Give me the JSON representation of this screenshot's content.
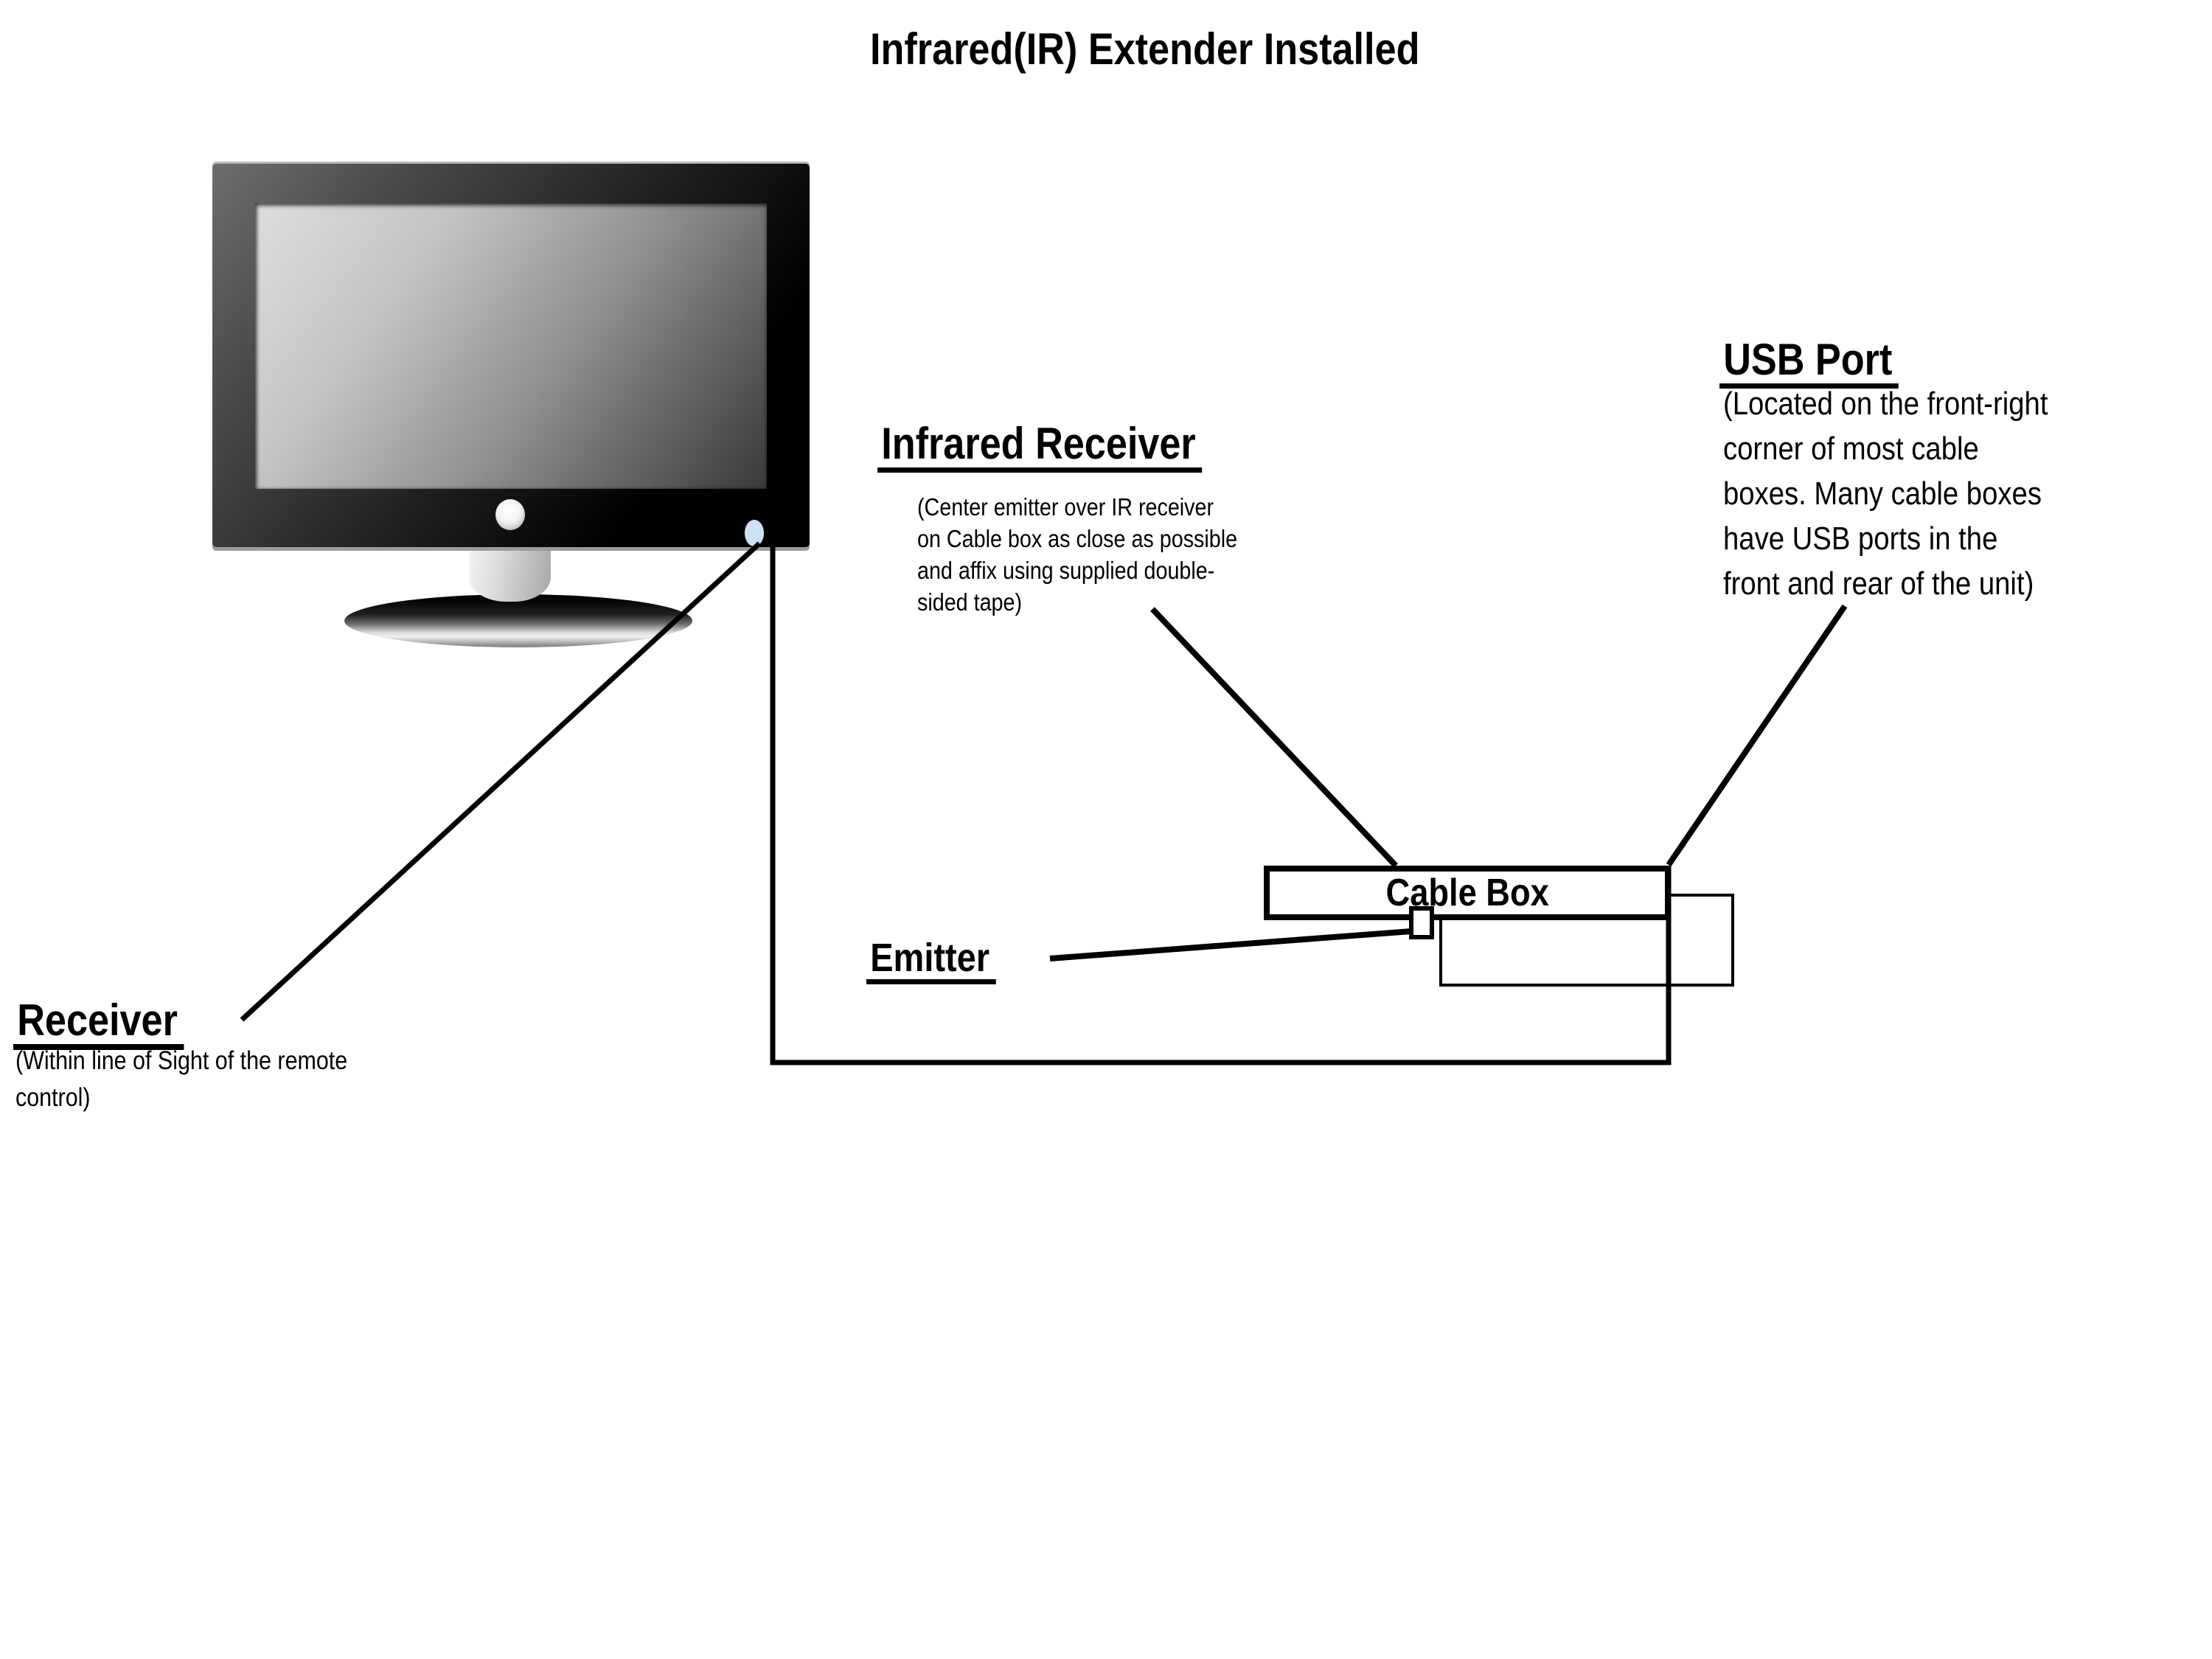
{
  "title": "Infrared(IR) Extender Installed",
  "colors": {
    "background": "#ffffff",
    "text": "#000000",
    "line": "#000000",
    "ir_receiver_dot": "#cfe2f3"
  },
  "labels": {
    "infrared_receiver": {
      "heading": "Infrared Receiver",
      "note_lines": [
        "(Center emitter over IR receiver",
        "on Cable box as close as possible",
        "and affix using supplied double-",
        "sided tape)"
      ]
    },
    "usb_port": {
      "heading": "USB Port",
      "note_lines": [
        "(Located on the front-right",
        "corner of most cable",
        "boxes. Many cable boxes",
        "have USB ports in the",
        "front and rear of the unit)"
      ]
    },
    "cable_box": {
      "label": "Cable Box"
    },
    "emitter": {
      "heading": "Emitter"
    },
    "receiver": {
      "heading": "Receiver",
      "note_lines": [
        "(Within line of Sight of the remote",
        "control)"
      ]
    }
  }
}
